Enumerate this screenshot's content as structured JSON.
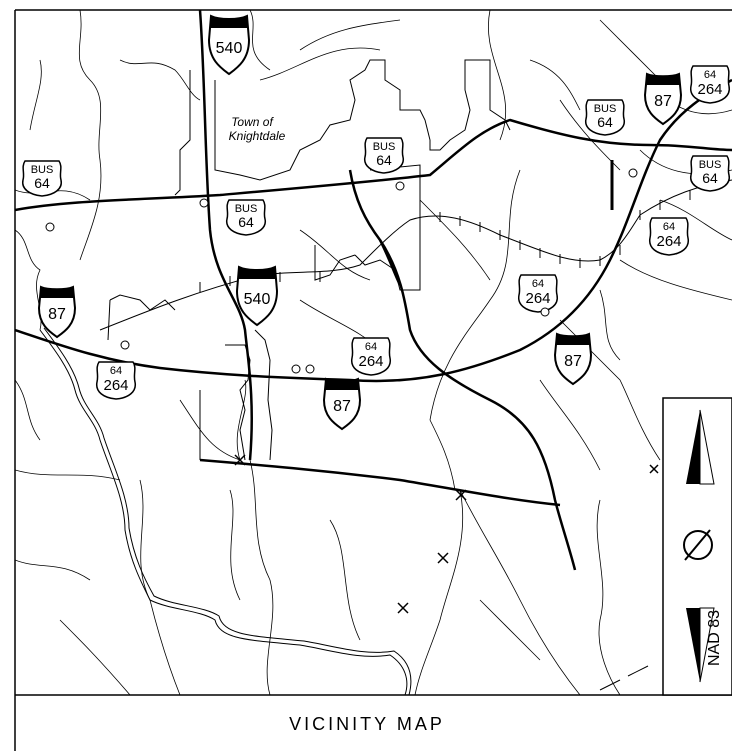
{
  "map_title": "VICINITY MAP",
  "town_label": [
    "Town of",
    "Knightdale"
  ],
  "datum": "NAD 83",
  "colors": {
    "ink": "#000000",
    "paper": "#ffffff"
  },
  "interstate_shields": [
    {
      "route": "540"
    },
    {
      "route": "540"
    },
    {
      "route": "87"
    },
    {
      "route": "87"
    },
    {
      "route": "87"
    },
    {
      "route": "87"
    }
  ],
  "us_shields": [
    {
      "top": "64",
      "bottom": "264"
    },
    {
      "top": "64",
      "bottom": "264"
    },
    {
      "top": "64",
      "bottom": "264"
    },
    {
      "top": "64",
      "bottom": "264"
    },
    {
      "top": "64",
      "bottom": "264"
    }
  ],
  "business_shields": [
    {
      "top": "BUS",
      "bottom": "64"
    },
    {
      "top": "BUS",
      "bottom": "64"
    },
    {
      "top": "BUS",
      "bottom": "64"
    },
    {
      "top": "BUS",
      "bottom": "64"
    },
    {
      "top": "BUS",
      "bottom": "64"
    }
  ]
}
